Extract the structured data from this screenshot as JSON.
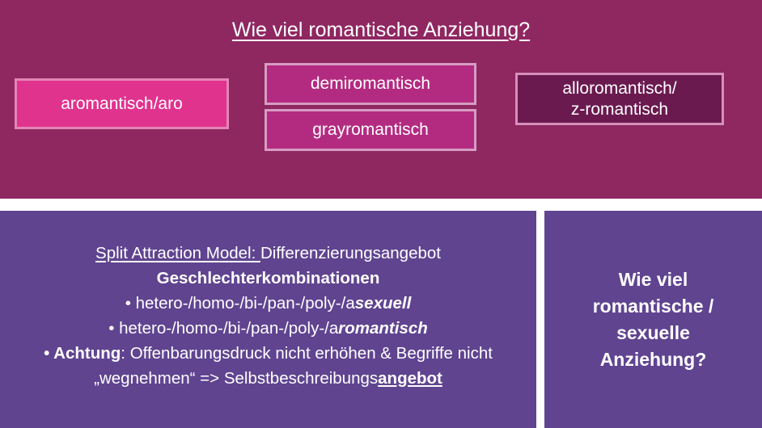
{
  "theme": {
    "banner_bg": "#8F2761",
    "panel_bg": "#604490",
    "page_bg": "#ffffff",
    "text_color": "#ffffff",
    "box_aro_bg": "#E0338E",
    "box_aro_border": "#E485B6",
    "box_mid_bg": "#B32B81",
    "box_mid_border": "#D79CC3",
    "box_allo_bg": "#6B1A50",
    "box_allo_border": "#D68FBB"
  },
  "banner": {
    "title": "Wie viel romantische Anziehung?",
    "boxes": [
      {
        "id": "aromantisch",
        "label": "aromantisch/aro"
      },
      {
        "id": "demiromantisch",
        "label": "demiromantisch"
      },
      {
        "id": "grayromantisch",
        "label": "grayromantisch"
      },
      {
        "id": "alloromantisch",
        "label": "alloromantisch/\nz-romantisch",
        "line1": "alloromantisch/",
        "line2": "z-romantisch"
      }
    ]
  },
  "split_attraction_panel": {
    "heading_underlined": "Split Attraction Model: ",
    "heading_rest": "Differenzierungsangebot",
    "subheading_bold": "Geschlechterkombinationen",
    "bullet1_plain": "• hetero-/homo-/bi-/pan-/poly-/a",
    "bullet1_emph": "sexuell",
    "bullet2_plain": "• hetero-/homo-/bi-/pan-/poly-/a",
    "bullet2_emph": "romantisch",
    "bullet3_bold": "• Achtung",
    "bullet3_rest": ": Offenbarungsdruck nicht erhöhen & Begriffe nicht „wegnehmen“ => Selbstbeschreibungs",
    "bullet3_emph": "angebot"
  },
  "question_panel": {
    "line1": "Wie viel",
    "line2": "romantische /",
    "line3": "sexuelle",
    "line4": "Anziehung?"
  }
}
